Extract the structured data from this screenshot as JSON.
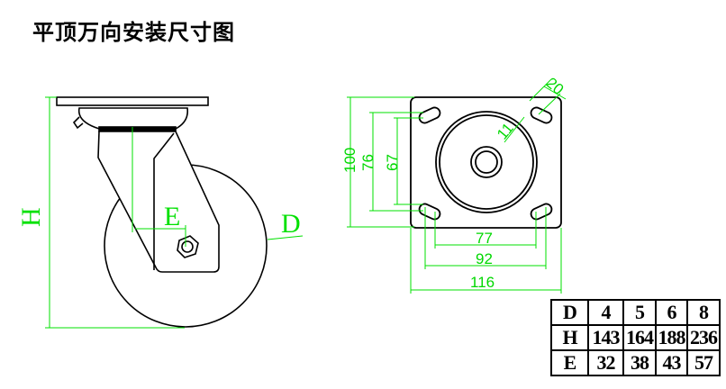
{
  "title": "平顶万向安装尺寸图",
  "side_view": {
    "h_label": "H",
    "e_label": "E",
    "d_label": "D"
  },
  "top_view": {
    "dims": {
      "height": "100",
      "hole_v_outer": "76",
      "hole_v_inner": "67",
      "hole_h_inner": "77",
      "hole_h_outer": "92",
      "width": "116",
      "slot_width": "11",
      "slot_length": "20"
    }
  },
  "colors": {
    "dimension": "#00e000",
    "outline": "#000000"
  },
  "table": {
    "rows": [
      [
        "D",
        "4",
        "5",
        "6",
        "8"
      ],
      [
        "H",
        "143",
        "164",
        "188",
        "236"
      ],
      [
        "E",
        "32",
        "38",
        "43",
        "57"
      ]
    ]
  }
}
